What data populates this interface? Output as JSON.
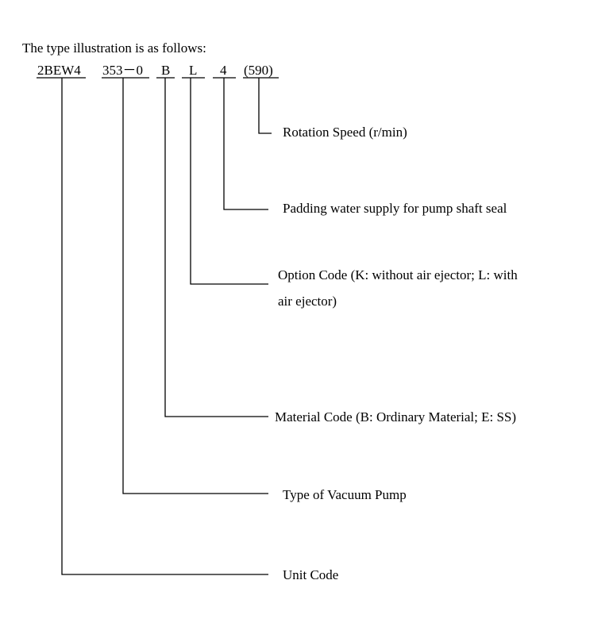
{
  "intro": "The type illustration is as follows:",
  "model_codes": [
    "2BEW4",
    "353－0",
    "B",
    "L",
    "4",
    "(590)"
  ],
  "callouts": [
    {
      "text": "Rotation Speed (r/min)"
    },
    {
      "text": "Padding water supply for pump shaft seal"
    },
    {
      "text": "Option Code (K: without air ejector; L: with"
    },
    {
      "text": "air ejector)"
    },
    {
      "text": "Material Code (B: Ordinary Material; E: SS)"
    },
    {
      "text": "Type of Vacuum Pump"
    },
    {
      "text": "Unit Code"
    }
  ]
}
